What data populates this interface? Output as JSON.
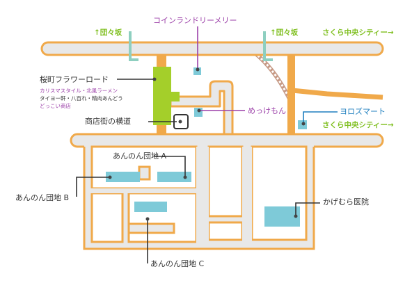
{
  "map": {
    "colors": {
      "road_fill": "#e8e8e8",
      "road_outline": "#f0a94a",
      "main_street": "#f0a94a",
      "railway": "#c79a86",
      "shopping_street": "#a4cf2a",
      "building": "#7ecad8",
      "sign": "#8ecfc0",
      "leader": "#555555",
      "purple_text": "#9b3fa8",
      "green_text": "#7fbf1f",
      "blue_text": "#1f7fbf"
    },
    "labels": {
      "coin_laundry": "コインランドリーメリー",
      "dandan_left": "↑団々坂",
      "dandan_right": "↑団々坂",
      "sakura_city_top": "さくら中央シティー→",
      "sakura_city_mid": "さくら中央シティー→",
      "sakuramachi_road": "桜町フラワーロード",
      "shop_line1": "カリスマスタイル・北風ラーメン",
      "shop_line2": "タイヨー軒・八百れ・精肉あんどう",
      "shop_line3": "どっこい商店",
      "yokocho": "商店街の横道",
      "mekkemon": "めっけもん",
      "yorozu_mart": "ヨロズマート",
      "danchi_a": "あんのん団地 A",
      "danchi_b": "あんのん団地 B",
      "danchi_c": "あんのん団地 C",
      "kagemura_clinic": "かげむら医院"
    },
    "icons": {
      "sign_posts": "signpost-icon",
      "crossing": "crossing-icon"
    }
  }
}
